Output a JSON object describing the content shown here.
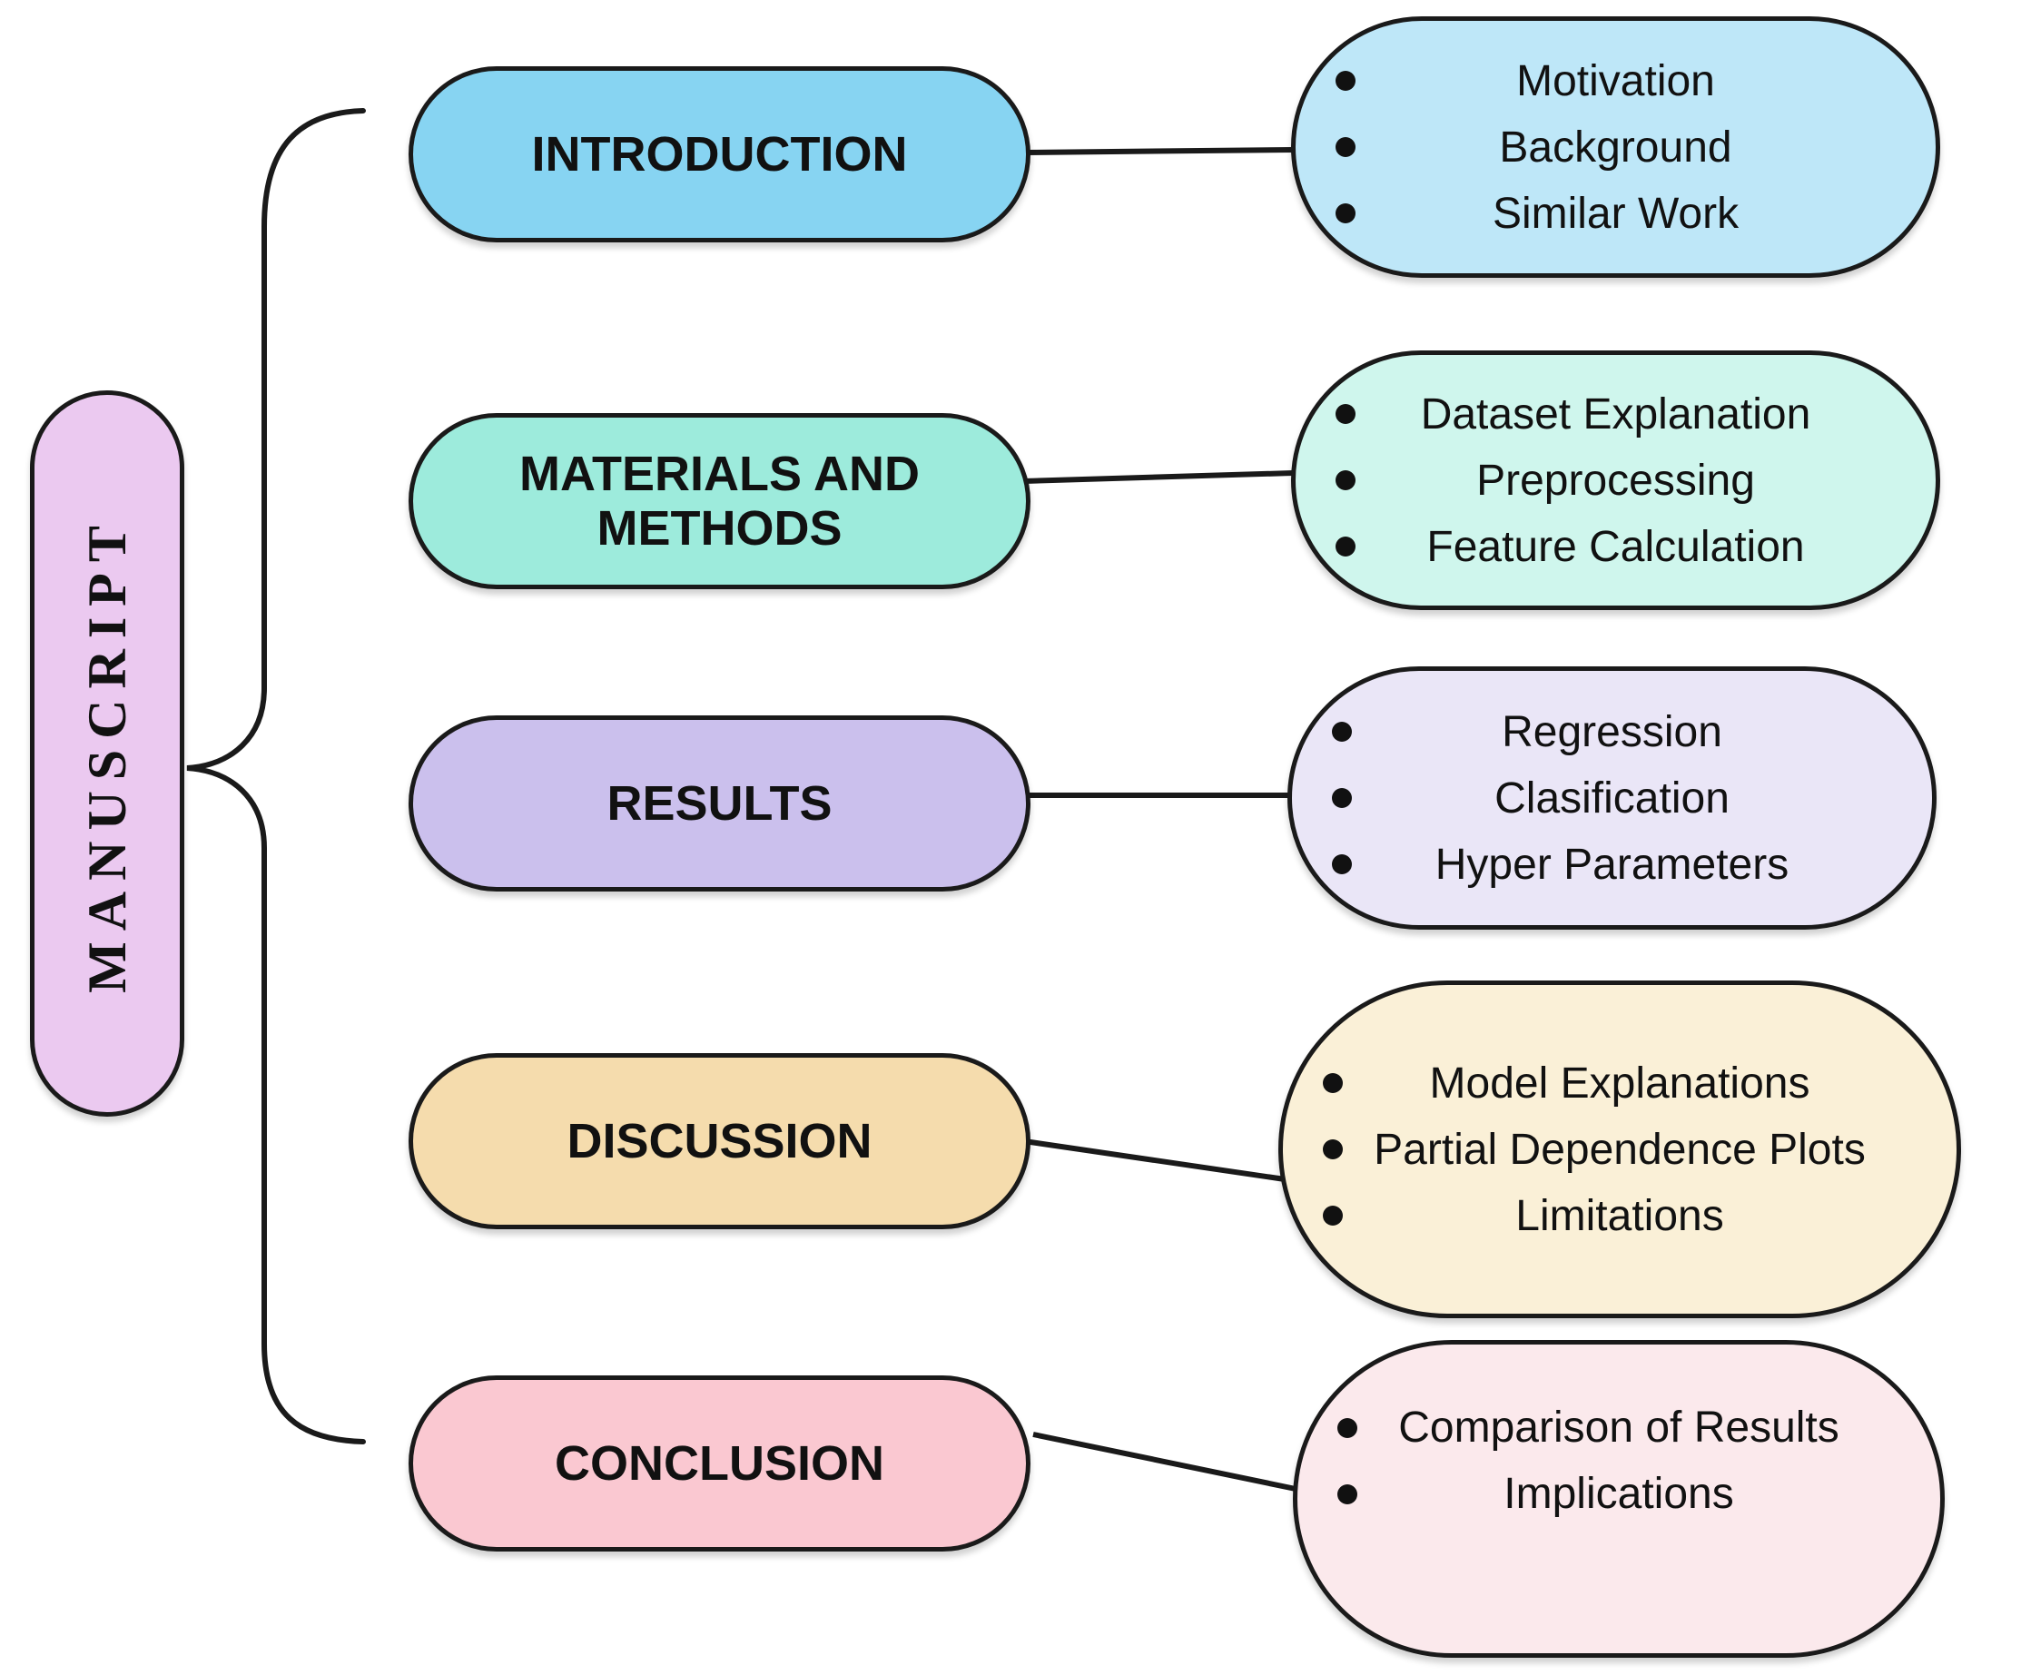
{
  "diagram": {
    "outline_color": "#1a1a1a",
    "root": {
      "label": "MANUSCRIPT",
      "color": "#EBC9F0"
    },
    "sections": [
      {
        "label": "INTRODUCTION",
        "color": "#87D4F2",
        "detail_color": "#BEE7F8",
        "items": [
          "Motivation",
          "Background",
          "Similar Work"
        ]
      },
      {
        "label": "MATERIALS AND METHODS",
        "color": "#9DEBDC",
        "detail_color": "#CFF6ED",
        "items": [
          "Dataset Explanation",
          "Preprocessing",
          "Feature Calculation"
        ]
      },
      {
        "label": "RESULTS",
        "color": "#CBC0ED",
        "detail_color": "#EAE6F7",
        "items": [
          "Regression",
          "Clasification",
          "Hyper Parameters"
        ]
      },
      {
        "label": "DISCUSSION",
        "color": "#F5DCAD",
        "detail_color": "#FAF0D7",
        "items": [
          "Model Explanations",
          "Partial Dependence Plots",
          "Limitations"
        ]
      },
      {
        "label": "CONCLUSION",
        "color": "#FAC8D1",
        "detail_color": "#FBE9EC",
        "items": [
          "Comparison of Results",
          "Implications"
        ]
      }
    ]
  }
}
